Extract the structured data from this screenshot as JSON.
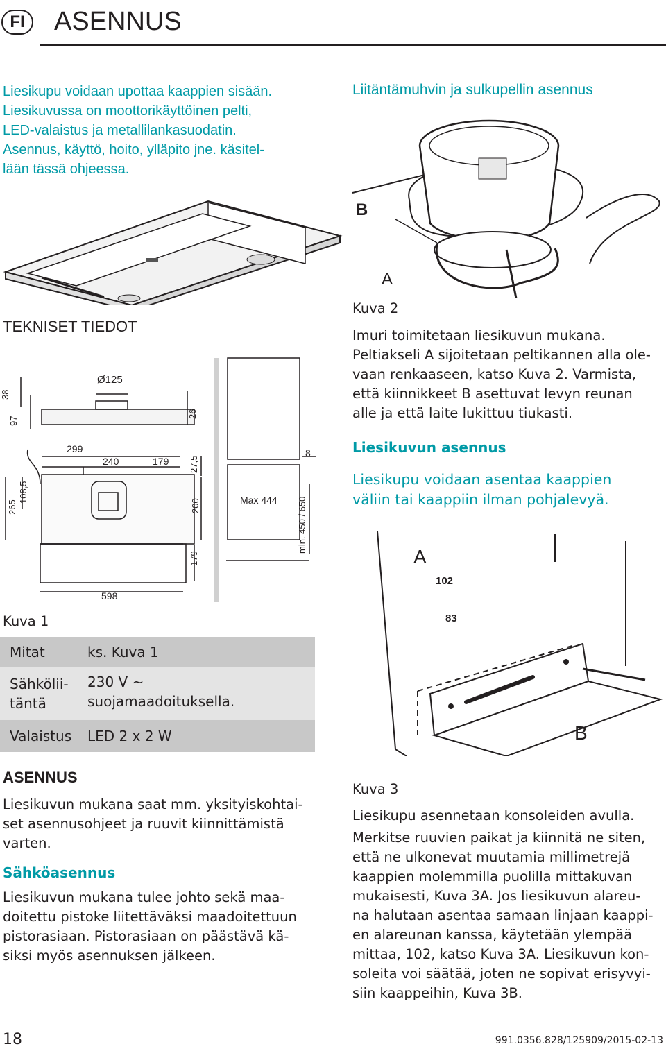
{
  "header": {
    "lang": "FI",
    "title": "ASENNUS"
  },
  "intro": {
    "lines": [
      "Liesikupu voidaan upottaa kaappien sisään.",
      "Liesikuvussa on moottorikäyttöinen pelti,",
      "LED-valaistus ja metallilankasuodatin.",
      "Asennus, käyttö, hoito, ylläpito jne. käsitel-",
      "lään tässä ohjeessa."
    ]
  },
  "right_heading": "Liitäntämuhvin ja sulkupellin asennus",
  "fig2_labels": {
    "b": "B",
    "a": "A"
  },
  "tech_heading": "TEKNISET TIEDOT",
  "fig1_dims": {
    "d38": "38",
    "d97": "97",
    "d125": "Ø125",
    "d26": "26",
    "d299": "299",
    "d240": "240",
    "d179a": "179",
    "d27_5": "27,5",
    "d8": "8",
    "d265": "265",
    "d108_5": "108,5",
    "d200": "200",
    "max444": "Max 444",
    "min450": "min. 450 / 650",
    "d179b": "179",
    "d598": "598"
  },
  "fig1_caption": "Kuva 1",
  "specs": [
    {
      "key": "Mitat",
      "value": "ks. Kuva 1"
    },
    {
      "key_lines": [
        "Sähkölii-",
        "täntä"
      ],
      "value_lines": [
        "230 V ~",
        "suojamaadoituksella."
      ]
    },
    {
      "key": "Valaistus",
      "value": "LED 2 x 2 W"
    }
  ],
  "fig2": {
    "caption": "Kuva 2",
    "lines": [
      "Imuri toimitetaan liesikuvun mukana.",
      "Peltiakseli A sijoitetaan peltikannen alla ole-",
      "vaan renkaaseen, katso Kuva 2. Varmista,",
      "että kiinnikkeet B asettuvat levyn reunan",
      "alle ja että laite lukittuu tiukasti."
    ]
  },
  "install": {
    "heading": "Liesikuvun asennus",
    "lines": [
      "Liesikupu voidaan asentaa kaappien",
      "väliin tai kaappiin ilman pohjalevyä."
    ]
  },
  "fig3_labels": {
    "a": "A",
    "d102": "102",
    "d83": "83",
    "b": "B"
  },
  "asennus": {
    "heading": "ASENNUS",
    "lines": [
      "Liesikuvun mukana saat mm. yksityiskohtai-",
      "set asennusohjeet ja ruuvit kiinnittämistä",
      "varten."
    ]
  },
  "electrical": {
    "heading": "Sähköasennus",
    "lines": [
      "Liesikuvun mukana tulee johto sekä maa-",
      "doitettu pistoke liitettäväksi maadoitettuun",
      "pistorasiaan. Pistorasiaan on päästävä kä-",
      "siksi myös asennuksen jälkeen."
    ]
  },
  "fig3": {
    "caption": "Kuva 3",
    "lines": [
      "Liesikupu asennetaan konsoleiden avulla.",
      "Merkitse ruuvien paikat ja kiinnitä ne siten,",
      "että ne ulkonevat muutamia millimetrejä",
      "kaappien molemmilla puolilla mittakuvan",
      "mukaisesti, Kuva 3A. Jos liesikuvun alareu-",
      "na halutaan asentaa samaan linjaan kaappi-",
      "en alareunan kanssa, käytetään ylempää",
      "mittaa, 102, katso Kuva 3A. Liesikuvun kon-",
      "soleita voi säätää, joten ne sopivat erisyvyi-",
      "siin kaappeihin, Kuva 3B."
    ]
  },
  "footer": {
    "page": "18",
    "code": "991.0356.828/125909/2015-02-13"
  },
  "colors": {
    "accent": "#009aa6",
    "text": "#231f20",
    "table_dark": "#c8c8c8",
    "table_light": "#e4e4e4"
  }
}
